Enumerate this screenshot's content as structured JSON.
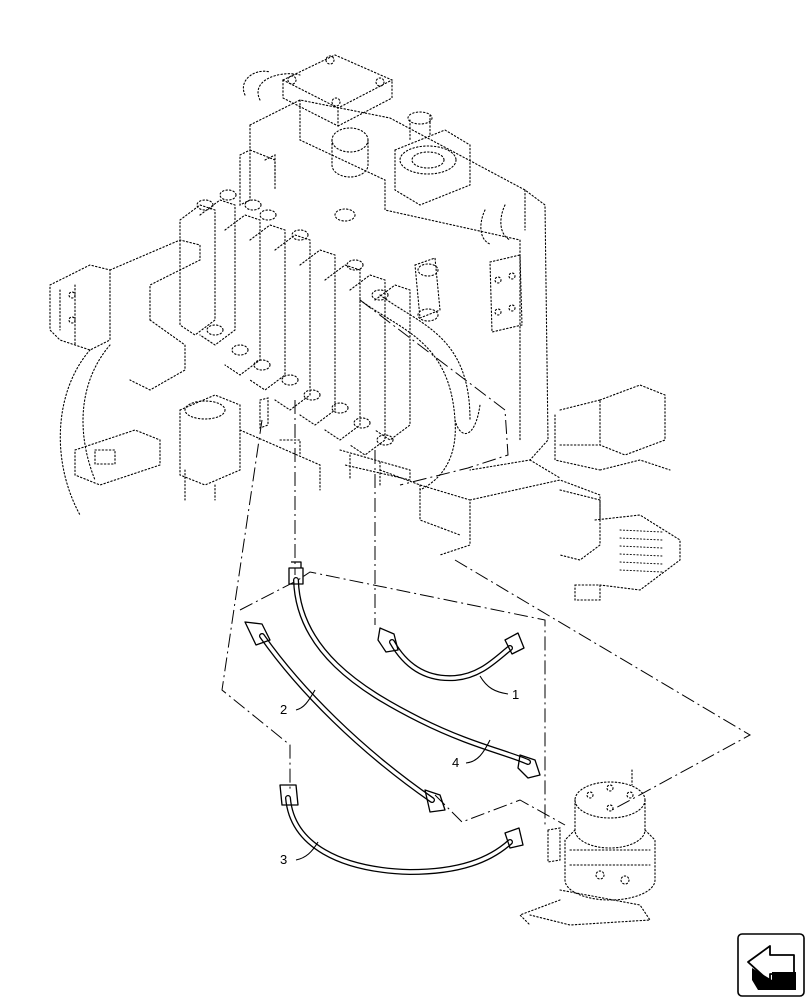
{
  "diagram": {
    "callouts": [
      {
        "id": "1",
        "label": "1"
      },
      {
        "id": "2",
        "label": "2"
      },
      {
        "id": "3",
        "label": "3"
      },
      {
        "id": "4",
        "label": "4"
      }
    ],
    "nav_icon": "arrow-return-icon"
  }
}
